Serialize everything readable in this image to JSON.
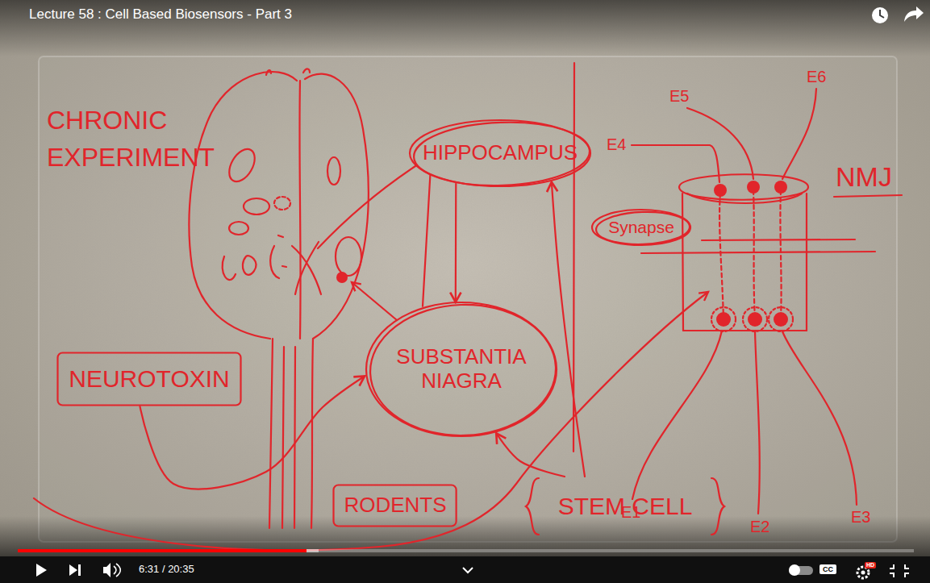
{
  "diagram": {
    "title": "Lecture 58 : Cell Based Biosensors - Part 3",
    "nodes": [
      {
        "text": [
          "HIPPOCAMPUS"
        ]
      },
      {
        "text": [
          "Synapse"
        ]
      },
      {
        "text": [
          "NEUROTOXIN"
        ]
      },
      {
        "text": [
          "SUBSTANTIA NIAGRA"
        ]
      },
      {
        "text": [
          "RODENTS"
        ]
      },
      {
        "text": [
          "STEM CELL"
        ]
      }
    ],
    "edges": [
      {
        "from": 0,
        "to": 3,
        "arrow": "to"
      },
      {
        "from": 3,
        "to": 0,
        "arrow": "none"
      },
      {
        "from": 2,
        "to": 3,
        "arrow": "to"
      },
      {
        "from": 5,
        "to": 3,
        "arrow": "to"
      },
      {
        "from": 5,
        "to": 0,
        "arrow": "to"
      }
    ],
    "labels": [
      "CHRONIC EXPERIMENT",
      "NMJ",
      "E4",
      "E5",
      "E6",
      "E1",
      "E2",
      "E3",
      "6:31 / 20:35",
      "CC",
      "HD"
    ]
  }
}
